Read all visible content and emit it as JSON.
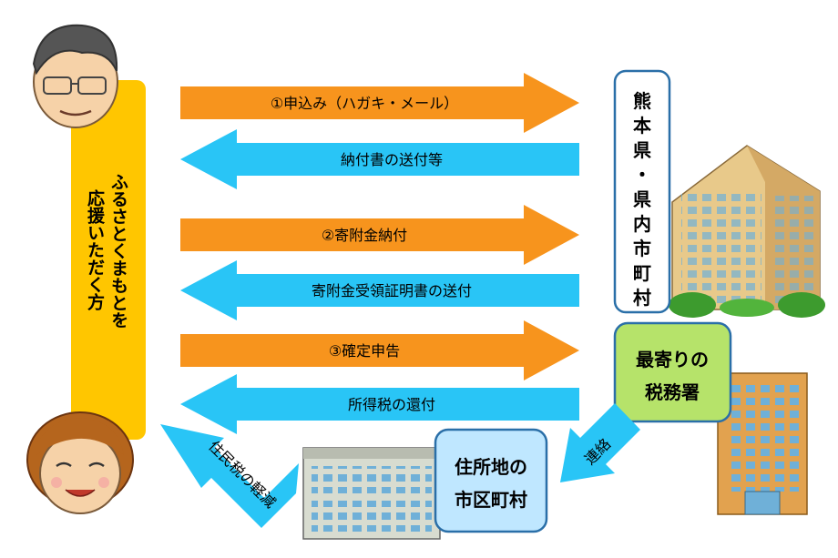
{
  "supporter_label": [
    "ふるさとくまもとを",
    "応援いただく方"
  ],
  "prefecture_label": [
    "熊",
    "本",
    "県",
    "・",
    "県",
    "内",
    "市",
    "町",
    "村"
  ],
  "tax_office_label": [
    "最寄りの",
    "税務署"
  ],
  "municipality_label": [
    "住所地の",
    "市区町村"
  ],
  "flows": [
    {
      "label": "①申込み（ハガキ・メール）",
      "direction": "right",
      "color": "#f7941d"
    },
    {
      "label": "納付書の送付等",
      "direction": "left",
      "color": "#29c5f6"
    },
    {
      "label": "②寄附金納付",
      "direction": "right",
      "color": "#f7941d"
    },
    {
      "label": "寄附金受領証明書の送付",
      "direction": "left",
      "color": "#29c5f6"
    },
    {
      "label": "③確定申告",
      "direction": "right",
      "color": "#f7941d"
    },
    {
      "label": "所得税の還付",
      "direction": "left",
      "color": "#29c5f6"
    }
  ],
  "contact_label": "連絡",
  "residence_tax_label": "住民税の軽減",
  "colors": {
    "orange": "#f7941d",
    "blue": "#29c5f6",
    "yellow_bar": "#ffc600",
    "tax_office_box": "#b6e36a",
    "municipality_box": "#bfe7ff"
  }
}
